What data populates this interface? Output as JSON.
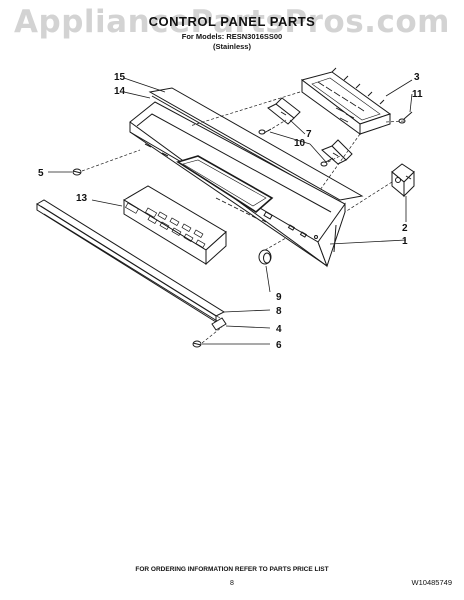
{
  "watermark": "AppliancePartsPros.com",
  "title": "CONTROL PANEL PARTS",
  "subtitle_models": "For Models: RESN3016SS00",
  "subtitle_finish": "(Stainless)",
  "callouts": {
    "c1": "1",
    "c2": "2",
    "c3": "3",
    "c4": "4",
    "c5": "5",
    "c6": "6",
    "c7": "7",
    "c8": "8",
    "c9": "9",
    "c10": "10",
    "c11": "11",
    "c13": "13",
    "c14": "14",
    "c15": "15"
  },
  "footer": {
    "note": "FOR ORDERING INFORMATION REFER TO PARTS PRICE LIST",
    "page": "8",
    "doc_code": "W10485749"
  }
}
